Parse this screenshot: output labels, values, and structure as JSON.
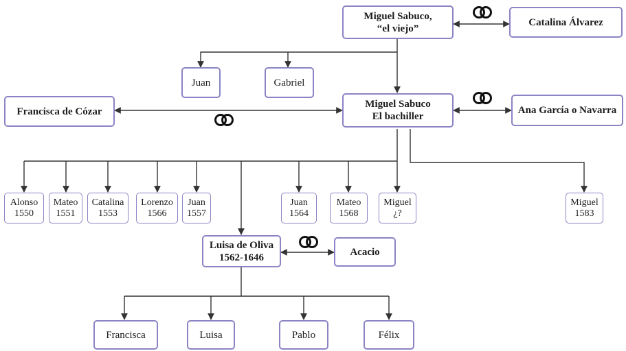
{
  "nodes": {
    "miguel_viejo": "Miguel Sabuco,\n“el viejo”",
    "catalina_alvarez": "Catalina Álvarez",
    "juan": "Juan",
    "gabriel": "Gabriel",
    "francisca_cozar": "Francisca de Cózar",
    "miguel_bachiller": "Miguel Sabuco\nEl bachiller",
    "ana_garcia": "Ana García o Navarra",
    "alonso": "Alonso\n1550",
    "mateo_1551": "Mateo\n1551",
    "catalina_1553": "Catalina\n1553",
    "lorenzo": "Lorenzo\n1566",
    "juan_1557": "Juan\n1557",
    "juan_1564": "Juan\n1564",
    "mateo_1568": "Mateo\n1568",
    "miguel_unknown": "Miguel\n¿?",
    "miguel_1583": "Miguel\n1583",
    "luisa_oliva": "Luisa de Oliva\n1562-1646",
    "acacio": "Acacio",
    "francisca": "Francisca",
    "luisa": "Luisa",
    "pablo": "Pablo",
    "felix": "Félix"
  },
  "marriage_icon": "wedding-rings-icon",
  "colors": {
    "box_border": "#8a84c4",
    "line": "#333333",
    "text": "#1c1c1c"
  }
}
